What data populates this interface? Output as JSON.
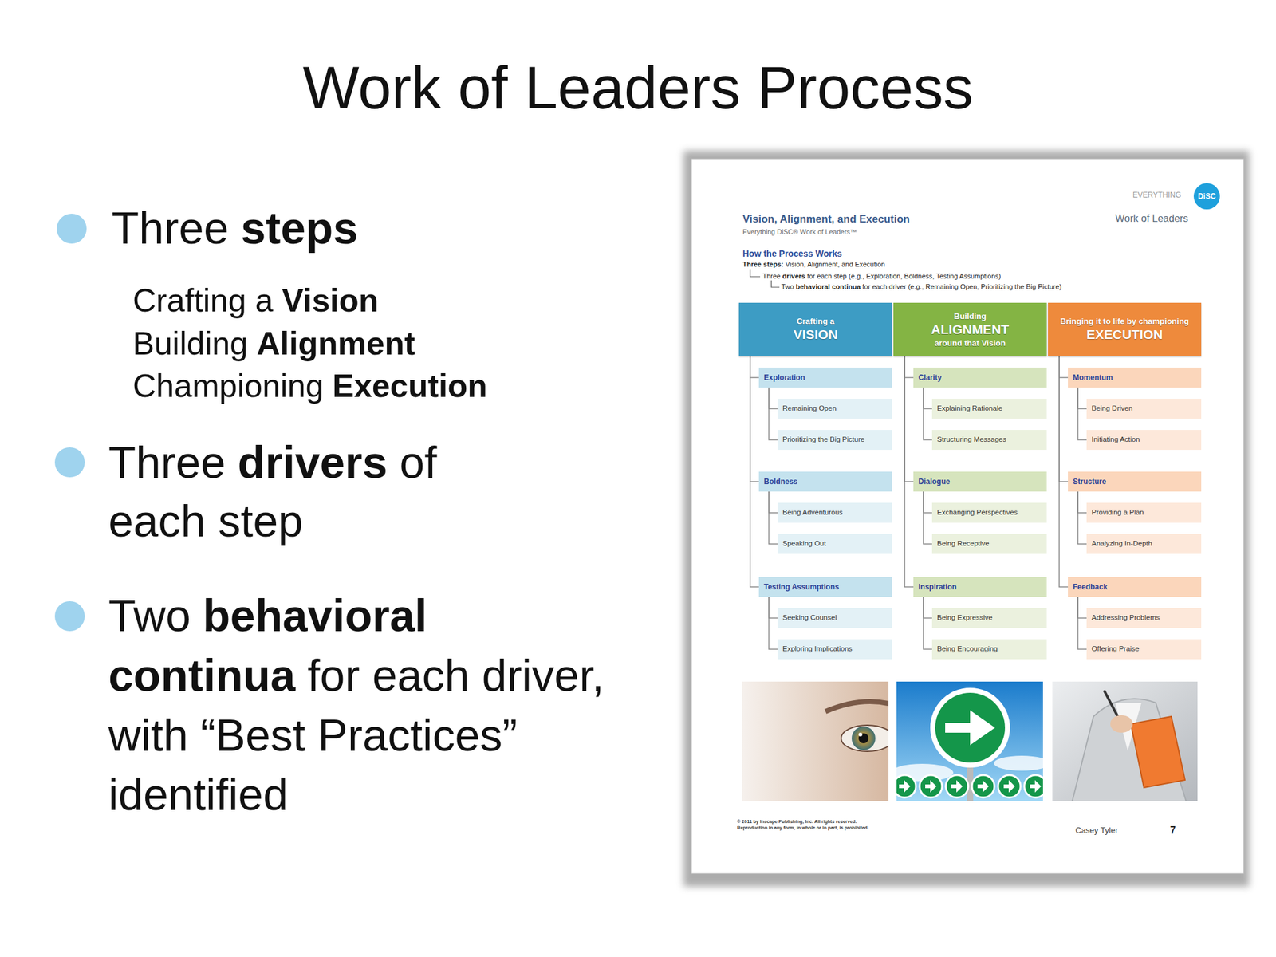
{
  "diagram": {
    "title": "Work of Leaders Process",
    "nodes": [
      {
        "text": [
          "Crafting a",
          "VISION"
        ]
      },
      {
        "text": [
          "Exploration"
        ]
      },
      {
        "text": [
          "Remaining Open"
        ]
      },
      {
        "text": [
          "Prioritizing the Big Picture"
        ]
      },
      {
        "text": [
          "Boldness"
        ]
      },
      {
        "text": [
          "Being Adventurous"
        ]
      },
      {
        "text": [
          "Speaking Out"
        ]
      },
      {
        "text": [
          "Testing Assumptions"
        ]
      },
      {
        "text": [
          "Seeking Counsel"
        ]
      },
      {
        "text": [
          "Exploring Implications"
        ]
      },
      {
        "text": [
          "Building",
          "ALIGNMENT",
          "around that Vision"
        ]
      },
      {
        "text": [
          "Clarity"
        ]
      },
      {
        "text": [
          "Explaining Rationale"
        ]
      },
      {
        "text": [
          "Structuring Messages"
        ]
      },
      {
        "text": [
          "Dialogue"
        ]
      },
      {
        "text": [
          "Exchanging Perspectives"
        ]
      },
      {
        "text": [
          "Being Receptive"
        ]
      },
      {
        "text": [
          "Inspiration"
        ]
      },
      {
        "text": [
          "Being Expressive"
        ]
      },
      {
        "text": [
          "Being Encouraging"
        ]
      },
      {
        "text": [
          "Bringing it to life by championing",
          "EXECUTION"
        ]
      },
      {
        "text": [
          "Momentum"
        ]
      },
      {
        "text": [
          "Being Driven"
        ]
      },
      {
        "text": [
          "Initiating Action"
        ]
      },
      {
        "text": [
          "Structure"
        ]
      },
      {
        "text": [
          "Providing a Plan"
        ]
      },
      {
        "text": [
          "Analyzing In-Depth"
        ]
      },
      {
        "text": [
          "Feedback"
        ]
      },
      {
        "text": [
          "Addressing Problems"
        ]
      },
      {
        "text": [
          "Offering Praise"
        ]
      }
    ],
    "edges": [
      {
        "from": 0,
        "to": 1,
        "arrow": "none"
      },
      {
        "from": 0,
        "to": 4,
        "arrow": "none"
      },
      {
        "from": 0,
        "to": 7,
        "arrow": "none"
      },
      {
        "from": 1,
        "to": 2,
        "arrow": "none"
      },
      {
        "from": 1,
        "to": 3,
        "arrow": "none"
      },
      {
        "from": 4,
        "to": 5,
        "arrow": "none"
      },
      {
        "from": 4,
        "to": 6,
        "arrow": "none"
      },
      {
        "from": 7,
        "to": 8,
        "arrow": "none"
      },
      {
        "from": 7,
        "to": 9,
        "arrow": "none"
      },
      {
        "from": 10,
        "to": 11,
        "arrow": "none"
      },
      {
        "from": 10,
        "to": 14,
        "arrow": "none"
      },
      {
        "from": 10,
        "to": 17,
        "arrow": "none"
      },
      {
        "from": 11,
        "to": 12,
        "arrow": "none"
      },
      {
        "from": 11,
        "to": 13,
        "arrow": "none"
      },
      {
        "from": 14,
        "to": 15,
        "arrow": "none"
      },
      {
        "from": 14,
        "to": 16,
        "arrow": "none"
      },
      {
        "from": 17,
        "to": 18,
        "arrow": "none"
      },
      {
        "from": 17,
        "to": 19,
        "arrow": "none"
      },
      {
        "from": 20,
        "to": 21,
        "arrow": "none"
      },
      {
        "from": 20,
        "to": 24,
        "arrow": "none"
      },
      {
        "from": 20,
        "to": 27,
        "arrow": "none"
      },
      {
        "from": 21,
        "to": 22,
        "arrow": "none"
      },
      {
        "from": 21,
        "to": 23,
        "arrow": "none"
      },
      {
        "from": 24,
        "to": 25,
        "arrow": "none"
      },
      {
        "from": 24,
        "to": 26,
        "arrow": "none"
      },
      {
        "from": 27,
        "to": 28,
        "arrow": "none"
      },
      {
        "from": 27,
        "to": 29,
        "arrow": "none"
      }
    ],
    "labels": [
      "Three",
      "steps",
      "Crafting a",
      "Vision",
      "Building",
      "Alignment",
      "Championing",
      "Execution",
      "Three",
      "drivers",
      "of each step",
      "Two",
      "behavioral continua",
      "for each driver, with “Best Practices” identified",
      "EVERYTHING",
      "DiSC",
      "Work of Leaders",
      "Vision, Alignment, and Execution",
      "Everything DiSC® Work of Leaders™",
      "How the Process Works",
      "Three steps:",
      "Vision, Alignment, and Execution",
      "Three",
      "drivers",
      "for each step (e.g., Exploration, Boldness, Testing Assumptions)",
      "Two",
      "behavioral continua",
      "for each driver (e.g., Remaining Open, Prioritizing the Big Picture)",
      "© 2011 by Inscape Publishing, Inc. All rights reserved.",
      "Reproduction in any form, in whole or in part, is prohibited.",
      "Casey Tyler",
      "7"
    ]
  }
}
